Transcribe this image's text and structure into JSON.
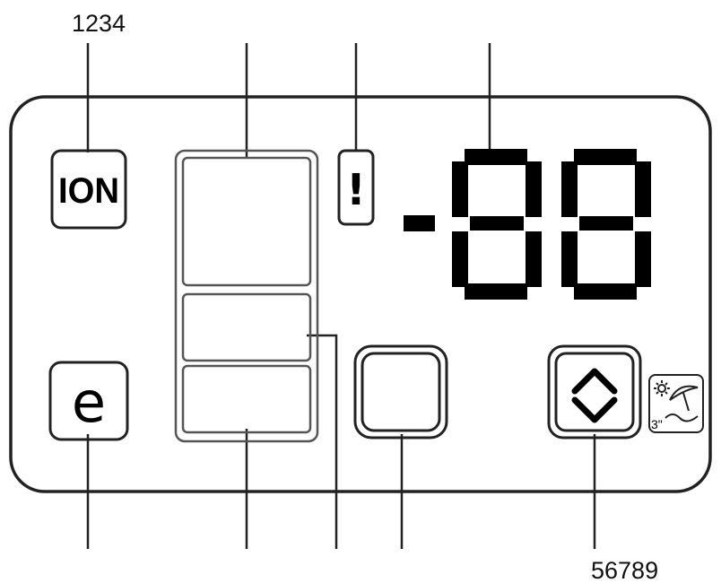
{
  "callouts": {
    "top_left": "1234",
    "bottom_right": "56789"
  },
  "panel": {
    "ion_label": "ION",
    "e_label": "e",
    "warning_label": "!",
    "display_sign": "-",
    "display_digits": "88"
  },
  "icons": {
    "up_down_button": "up-down-chevron-icon",
    "beach_icon": "sun-umbrella-beach-icon",
    "beach_icon_label": "3\""
  }
}
